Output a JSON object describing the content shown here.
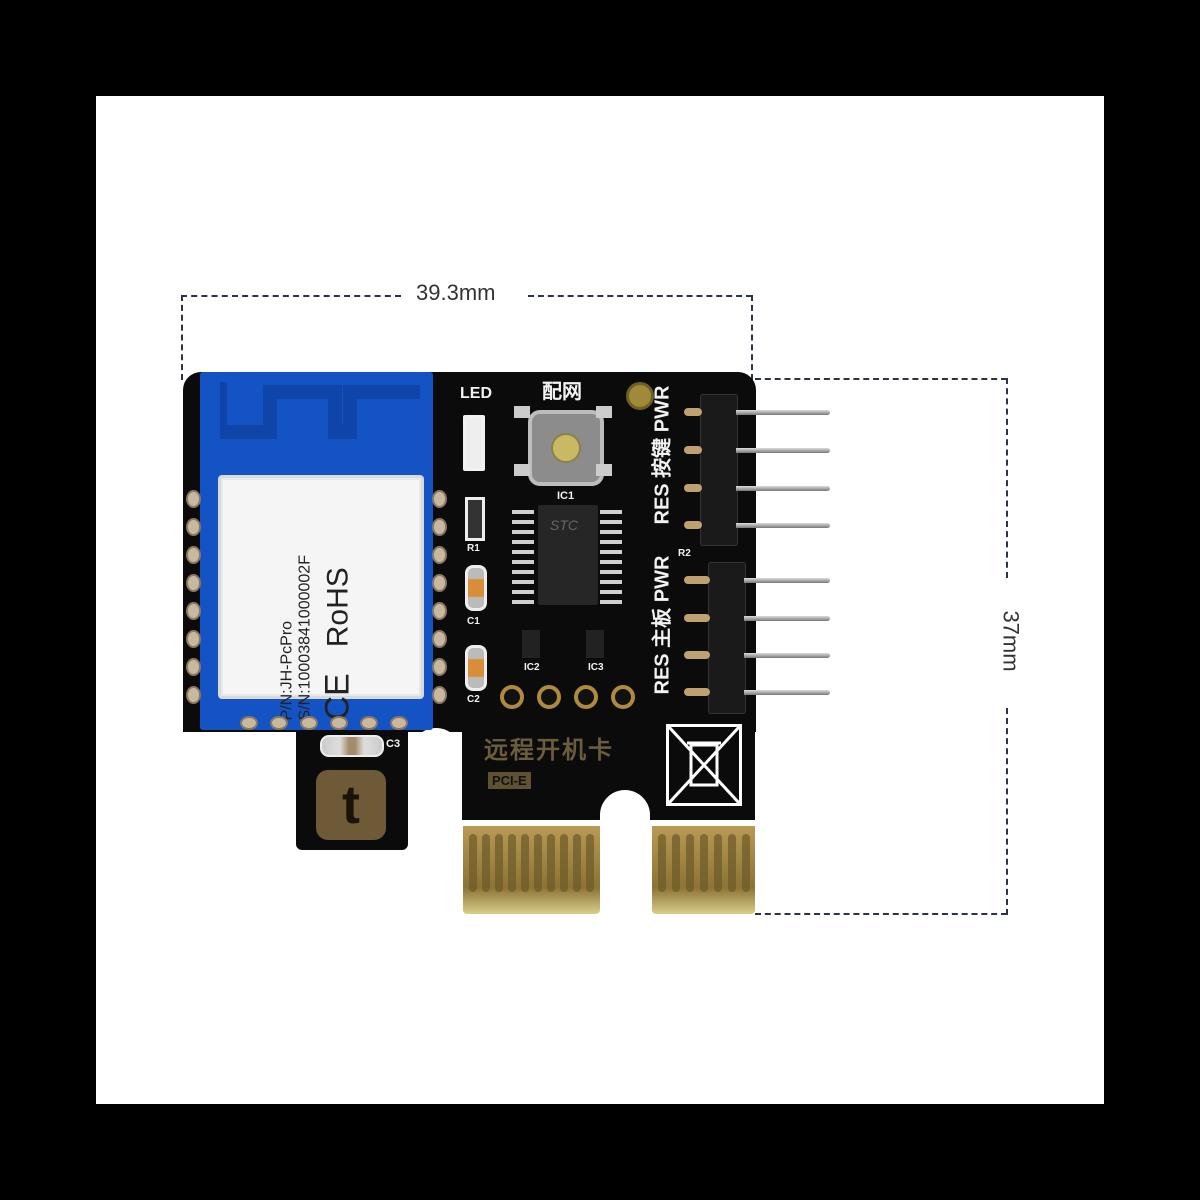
{
  "product": {
    "name": "PCIe remote power-on card (WiFi / Tuya)",
    "colors": {
      "background_outer": "#000000",
      "frame": "#ffffff",
      "pcb": "#0b0b0b",
      "module_blue": "#1453c4",
      "shield": "#f5f5f5",
      "gold": "#b99a55",
      "dimension_line": "#2b3347"
    }
  },
  "dimensions": {
    "width_label": "39.3mm",
    "height_label": "37mm"
  },
  "module": {
    "pn": "P/N:JH-PcPro",
    "sn": "S/N:10003841000002F",
    "ce_mark": "CE",
    "rohs": "RoHS"
  },
  "silkscreen": {
    "led": "LED",
    "pair_button": "配网",
    "ic1": "IC1",
    "ic2": "IC2",
    "ic3": "IC3",
    "r1": "R1",
    "r2": "R2",
    "c1": "C1",
    "c2": "C2",
    "c3": "C3",
    "chip_brand": "STC",
    "button_header_group": "按键",
    "button_pwr": "PWR",
    "button_res": "RES",
    "mainboard_header_group": "主板",
    "mainboard_pwr": "PWR",
    "mainboard_res": "RES",
    "card_title": "远程开机卡",
    "interface": "PCI-E"
  },
  "icons": {
    "tuya_logo": "t",
    "weee_bin": "crossed-out-bin"
  }
}
